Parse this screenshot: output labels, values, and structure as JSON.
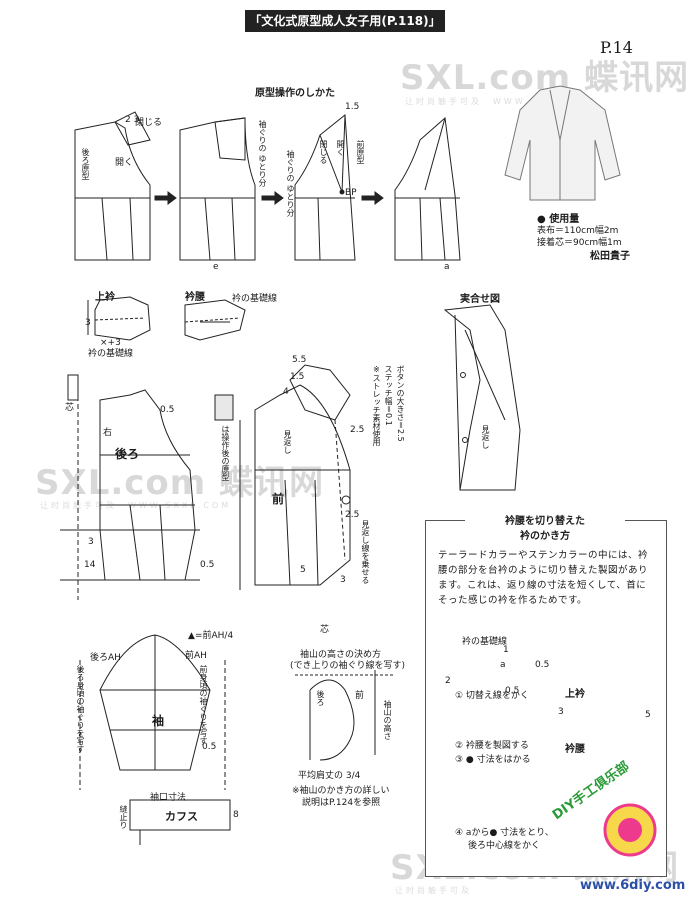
{
  "header": {
    "title": "「文化式原型成人女子用(P.118)」使用"
  },
  "page_number": "P.14",
  "watermark": {
    "site": "SXL.com",
    "cn": "蝶讯网",
    "sub": "让时尚触手可及",
    "url": "WWW.SXXL.COM"
  },
  "section_1": {
    "title": "原型操作のしかた",
    "labels": {
      "close": "閉じる",
      "open": "開く",
      "back_block": "後ろ原型",
      "armhole_ease": "袖ぐりの\nゆとり分",
      "front_block": "前原型",
      "bp": "BP",
      "num_15": "1.5",
      "num_23": "2\n3",
      "e": "e",
      "a": "a"
    }
  },
  "product": {
    "usage_title": "使用量",
    "usage_line1": "表布＝110cm幅2m",
    "usage_line2": "接着芯＝90cm幅1m",
    "designer": "松田貴子"
  },
  "collar": {
    "upper_collar": "上衿",
    "collar_stand": "衿腰",
    "collar_base_line": "衿の基礎線",
    "num_x3": "×+3",
    "num_3": "3"
  },
  "assembled_view": {
    "title": "実合せ図",
    "facing": "見返し"
  },
  "notes_vertical": {
    "button": "ボタンの大きさ＝2.5",
    "stitch": "ステッチ幅＝0.1",
    "stretch": "※ストレッチ素材使用",
    "pattern_op": "は操作後の原型"
  },
  "bodice": {
    "back": "後ろ",
    "front": "前",
    "right": "右",
    "center": "芯",
    "facing_line": "見返し線を乗せる",
    "facing": "見返し",
    "nums": [
      "0.5",
      "2.5",
      "5.5",
      "1.5",
      "4",
      "0.5",
      "14",
      "3",
      "2.5",
      "5",
      "3"
    ]
  },
  "sleeve": {
    "back_ah": "後ろAH",
    "front_ah": "前AH",
    "front_ah_frac": "前AH",
    "frac_den": "4",
    "sleeve": "袖",
    "note_front": "前身頃の袖ぐりを写す",
    "note_back": "後ろ身頃の袖ぐりを写す",
    "cuff_size": "袖口寸法",
    "cuff": "カフス",
    "cuff_slit": "縫止り",
    "num_8": "8",
    "num_05": "0.5"
  },
  "sleeve_cap": {
    "title_line1": "袖山の高さの決め方",
    "title_line2": "(でき上りの袖ぐり線を写す)",
    "front": "前",
    "back": "後ろ",
    "height": "袖山の高さ",
    "avg_height": "平均肩丈の",
    "frac": "3/4",
    "note_line1": "※袖山のかき方の詳しい",
    "note_line2": "説明はP.124を参照"
  },
  "collar_stand_box": {
    "title_line1": "衿腰を切り替えた",
    "title_line2": "衿のかき方",
    "body": "テーラードカラーやステンカラーの中には、衿腰の部分を台衿のように切り替えた製図があります。これは、返り線の寸法を短くして、首にそった感じの衿を作るためです。",
    "base_line": "衿の基礎線",
    "step1": "① 切替え線をかく",
    "step2": "② 衿腰を製図する",
    "step3": "③ ● 寸法をはかる",
    "step4_line1": "④ aから● 寸法をとり、",
    "step4_line2": "後ろ中心線をかく",
    "upper_collar": "上衿",
    "collar_stand": "衿腰",
    "a": "a",
    "nums": [
      "2",
      "1",
      "0.5",
      "0.5",
      "3",
      "5"
    ]
  },
  "logo": {
    "text_cn": "DIY手工俱乐部",
    "url": "www.6diy.com"
  }
}
